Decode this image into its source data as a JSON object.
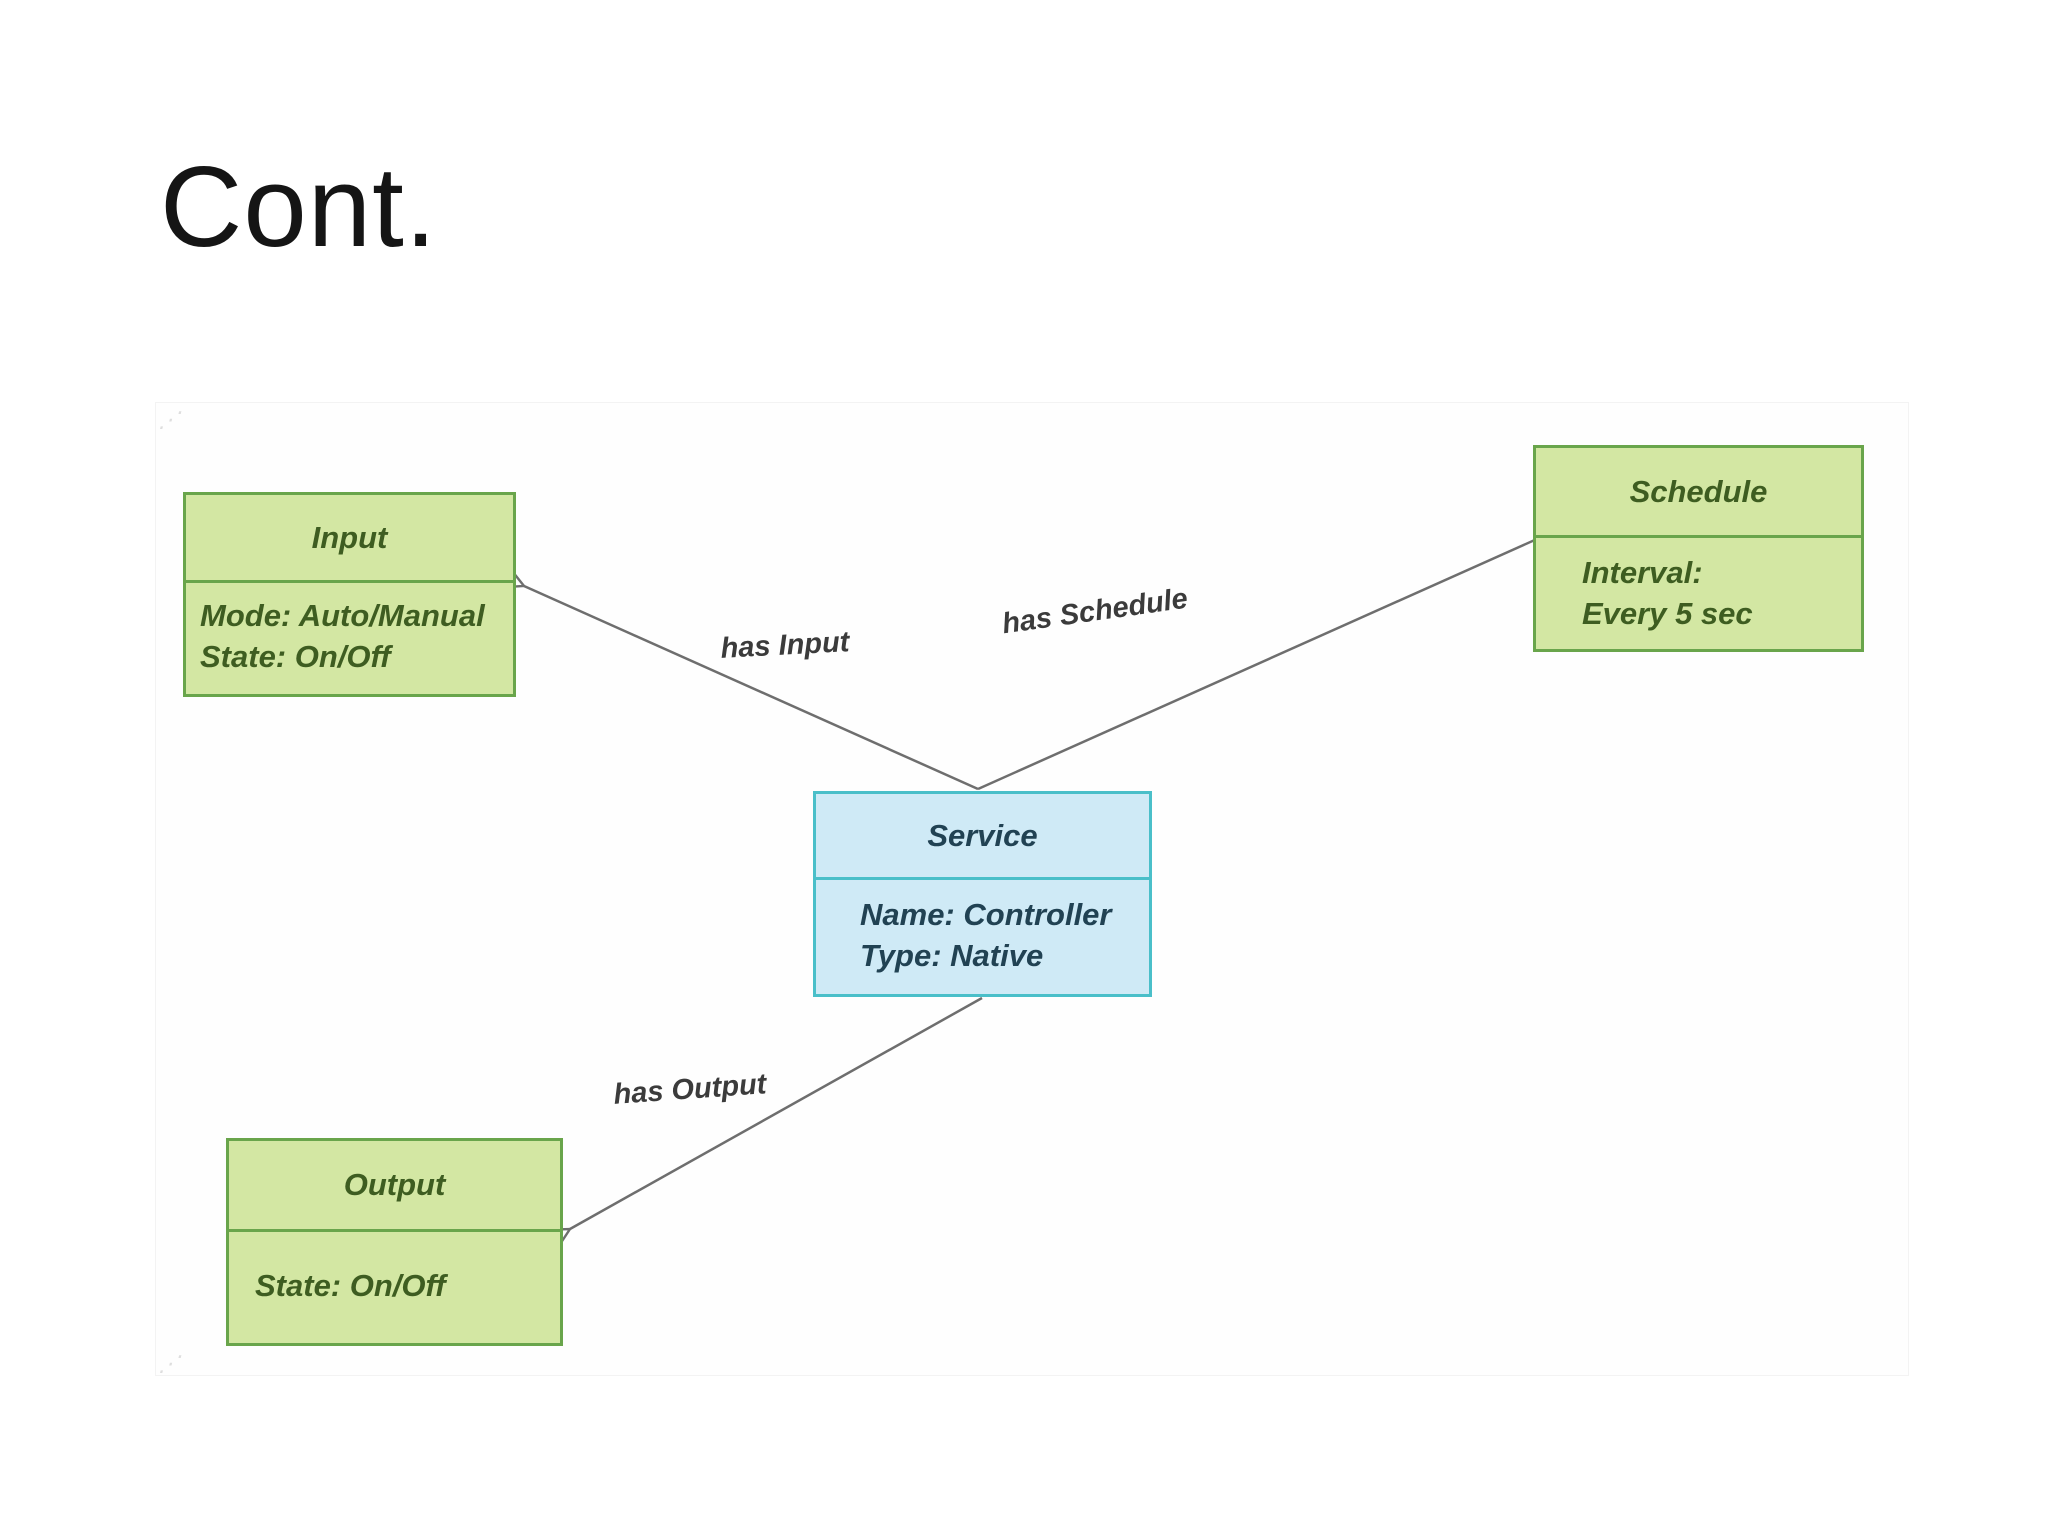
{
  "slide": {
    "title": "Cont."
  },
  "diagram": {
    "type": "entity-relationship",
    "nodes": [
      {
        "id": "input",
        "title": "Input",
        "attributes": [
          "Mode: Auto/Manual",
          "State: On/Off"
        ]
      },
      {
        "id": "schedule",
        "title": "Schedule",
        "attributes": [
          "Interval:",
          "Every 5 sec"
        ]
      },
      {
        "id": "service",
        "title": "Service",
        "attributes": [
          "Name: Controller",
          "Type: Native"
        ]
      },
      {
        "id": "output",
        "title": "Output",
        "attributes": [
          "State: On/Off"
        ]
      }
    ],
    "edges": [
      {
        "from": "service",
        "to": "input",
        "label": "has Input"
      },
      {
        "from": "service",
        "to": "schedule",
        "label": "has Schedule"
      },
      {
        "from": "service",
        "to": "output",
        "label": "has Output"
      }
    ],
    "colors": {
      "entity_fill": "#d3e7a3",
      "entity_border": "#69a54b",
      "entity_text": "#3e5d21",
      "service_fill": "#cfeaf6",
      "service_border": "#4abfc9",
      "service_text": "#214253",
      "arrow": "#6e6e6e",
      "edge_label_text": "#3b3b3b"
    }
  }
}
